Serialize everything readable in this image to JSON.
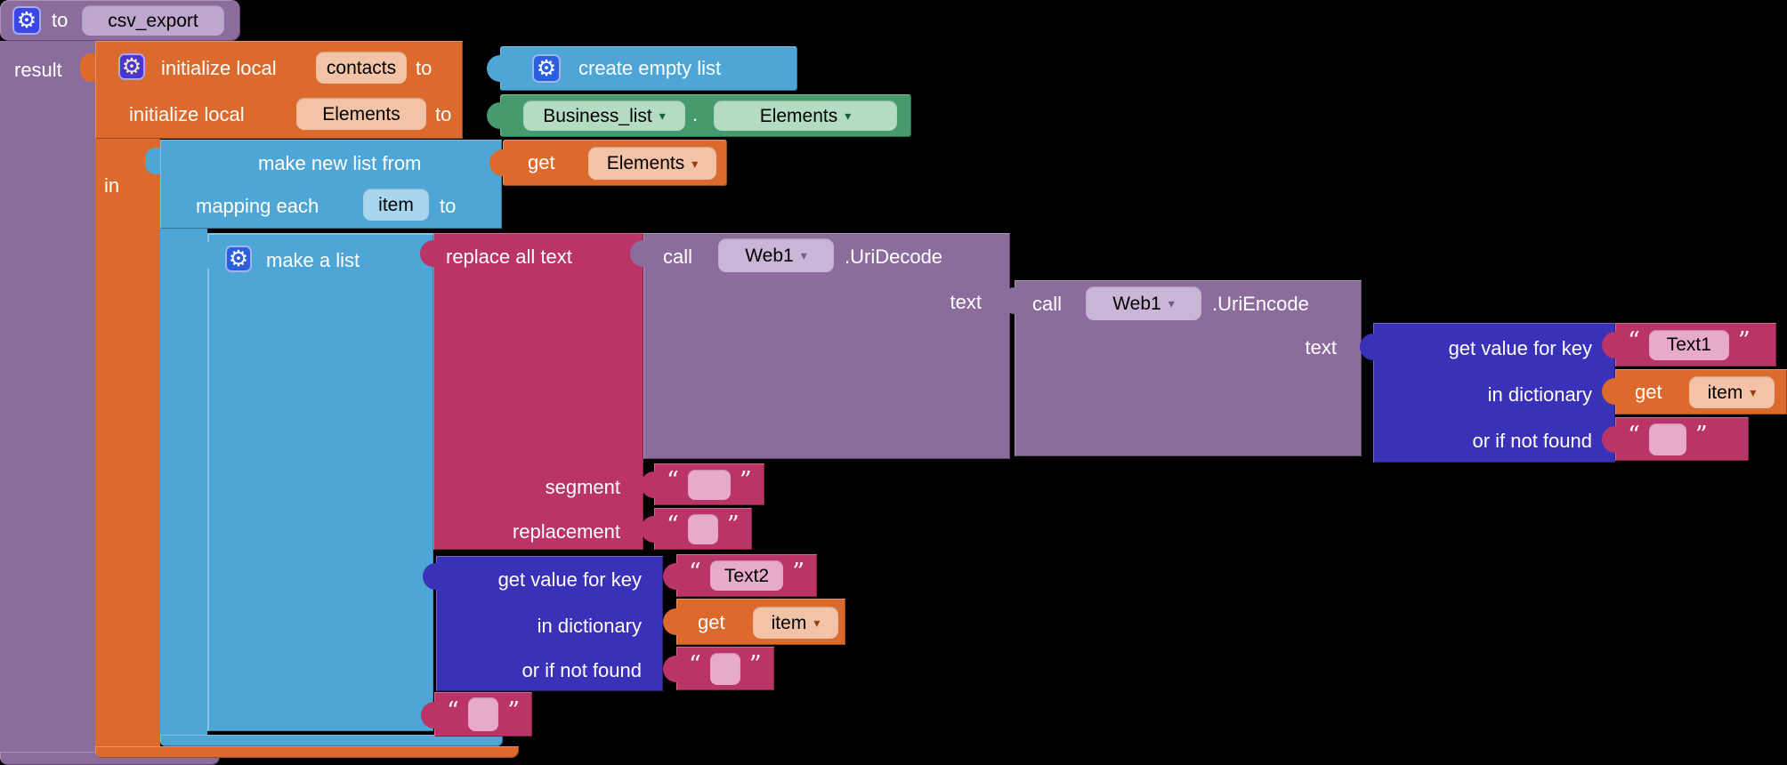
{
  "icons": {
    "gear": "⚙",
    "dropdown": "▾"
  },
  "quotes": {
    "open": "“",
    "close": "”"
  },
  "palette": {
    "canvas": "#000000",
    "procedure_purple": "#8C6B9D",
    "variables_orange": "#DB6A2C",
    "lists_blue": "#4DA6D6",
    "component_green": "#479A6E",
    "text_crimson": "#BB3467",
    "dictionary_indigo": "#3931B8"
  },
  "procedure": {
    "to_label": "to",
    "name": "csv_export",
    "result_label": "result",
    "in_label": "in"
  },
  "init_contacts": {
    "label": "initialize local",
    "name": "contacts",
    "to_label": "to"
  },
  "init_elements": {
    "label": "initialize local",
    "name": "Elements",
    "to_label": "to"
  },
  "create_empty_list": {
    "label": "create empty list"
  },
  "business_list": {
    "component": "Business_list",
    "dot": ".",
    "property": "Elements"
  },
  "make_new_list": {
    "label": "make new list from",
    "mapping_label": "mapping each",
    "item_var": "item",
    "to_label": "to"
  },
  "get_elements": {
    "get_label": "get",
    "var": "Elements"
  },
  "make_a_list": {
    "label": "make a list"
  },
  "replace_all_text": {
    "label": "replace all text",
    "segment_label": "segment",
    "replacement_label": "replacement"
  },
  "uri_decode": {
    "call_label": "call",
    "component": "Web1",
    "method": ".UriDecode",
    "text_label": "text"
  },
  "uri_encode": {
    "call_label": "call",
    "component": "Web1",
    "method": ".UriEncode",
    "text_label": "text"
  },
  "dict_text1": {
    "key_label": "get value for key",
    "dict_label": "in dictionary",
    "notfound_label": "or if not found",
    "key_value": "Text1"
  },
  "dict_text2": {
    "key_label": "get value for key",
    "dict_label": "in dictionary",
    "notfound_label": "or if not found",
    "key_value": "Text2"
  },
  "get_item": {
    "get_label": "get",
    "var": "item"
  }
}
